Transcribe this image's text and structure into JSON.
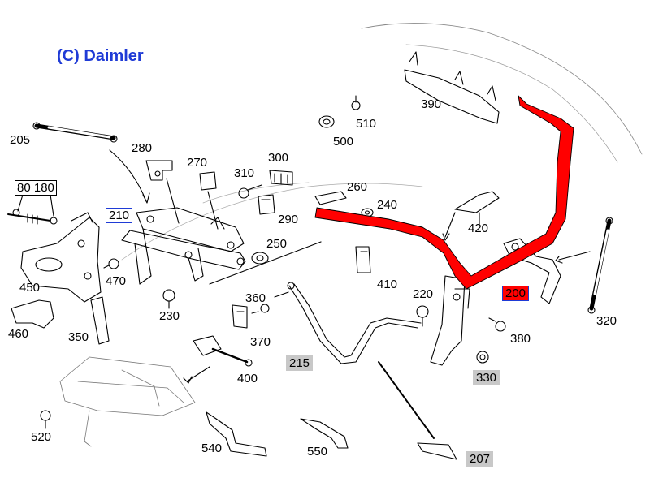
{
  "copyright": "(C) Daimler",
  "colors": {
    "copyright_text": "#1f3bd6",
    "highlight": "#ff0000",
    "highlight_label_box": "#1f3bd6",
    "grey_label_bg": "#c8c8c8",
    "boxed_label_border": "#1f3bd6",
    "line": "#000000"
  },
  "parts": [
    {
      "id": "p205",
      "label": "205",
      "style": "plain"
    },
    {
      "id": "p280",
      "label": "280",
      "style": "plain"
    },
    {
      "id": "p270",
      "label": "270",
      "style": "plain"
    },
    {
      "id": "p300",
      "label": "300",
      "style": "plain"
    },
    {
      "id": "p310",
      "label": "310",
      "style": "plain"
    },
    {
      "id": "p290",
      "label": "290",
      "style": "plain"
    },
    {
      "id": "p260",
      "label": "260",
      "style": "plain"
    },
    {
      "id": "p240",
      "label": "240",
      "style": "plain"
    },
    {
      "id": "p250",
      "label": "250",
      "style": "plain"
    },
    {
      "id": "p210",
      "label": "210",
      "style": "boxed"
    },
    {
      "id": "p80_180",
      "label": "80 180",
      "style": "framed"
    },
    {
      "id": "p450",
      "label": "450",
      "style": "plain"
    },
    {
      "id": "p470",
      "label": "470",
      "style": "plain"
    },
    {
      "id": "p460",
      "label": "460",
      "style": "plain"
    },
    {
      "id": "p350",
      "label": "350",
      "style": "plain"
    },
    {
      "id": "p230",
      "label": "230",
      "style": "plain"
    },
    {
      "id": "p360",
      "label": "360",
      "style": "plain"
    },
    {
      "id": "p370",
      "label": "370",
      "style": "plain"
    },
    {
      "id": "p400",
      "label": "400",
      "style": "plain"
    },
    {
      "id": "p215",
      "label": "215",
      "style": "grey"
    },
    {
      "id": "p520",
      "label": "520",
      "style": "plain"
    },
    {
      "id": "p540",
      "label": "540",
      "style": "plain"
    },
    {
      "id": "p550",
      "label": "550",
      "style": "plain"
    },
    {
      "id": "p207",
      "label": "207",
      "style": "grey"
    },
    {
      "id": "p390",
      "label": "390",
      "style": "plain"
    },
    {
      "id": "p510",
      "label": "510",
      "style": "plain"
    },
    {
      "id": "p500",
      "label": "500",
      "style": "plain"
    },
    {
      "id": "p420",
      "label": "420",
      "style": "plain"
    },
    {
      "id": "p410",
      "label": "410",
      "style": "plain"
    },
    {
      "id": "p220",
      "label": "220",
      "style": "plain"
    },
    {
      "id": "p200",
      "label": "200",
      "style": "red"
    },
    {
      "id": "p380",
      "label": "380",
      "style": "plain"
    },
    {
      "id": "p330",
      "label": "330",
      "style": "grey"
    },
    {
      "id": "p320",
      "label": "320",
      "style": "plain"
    }
  ]
}
